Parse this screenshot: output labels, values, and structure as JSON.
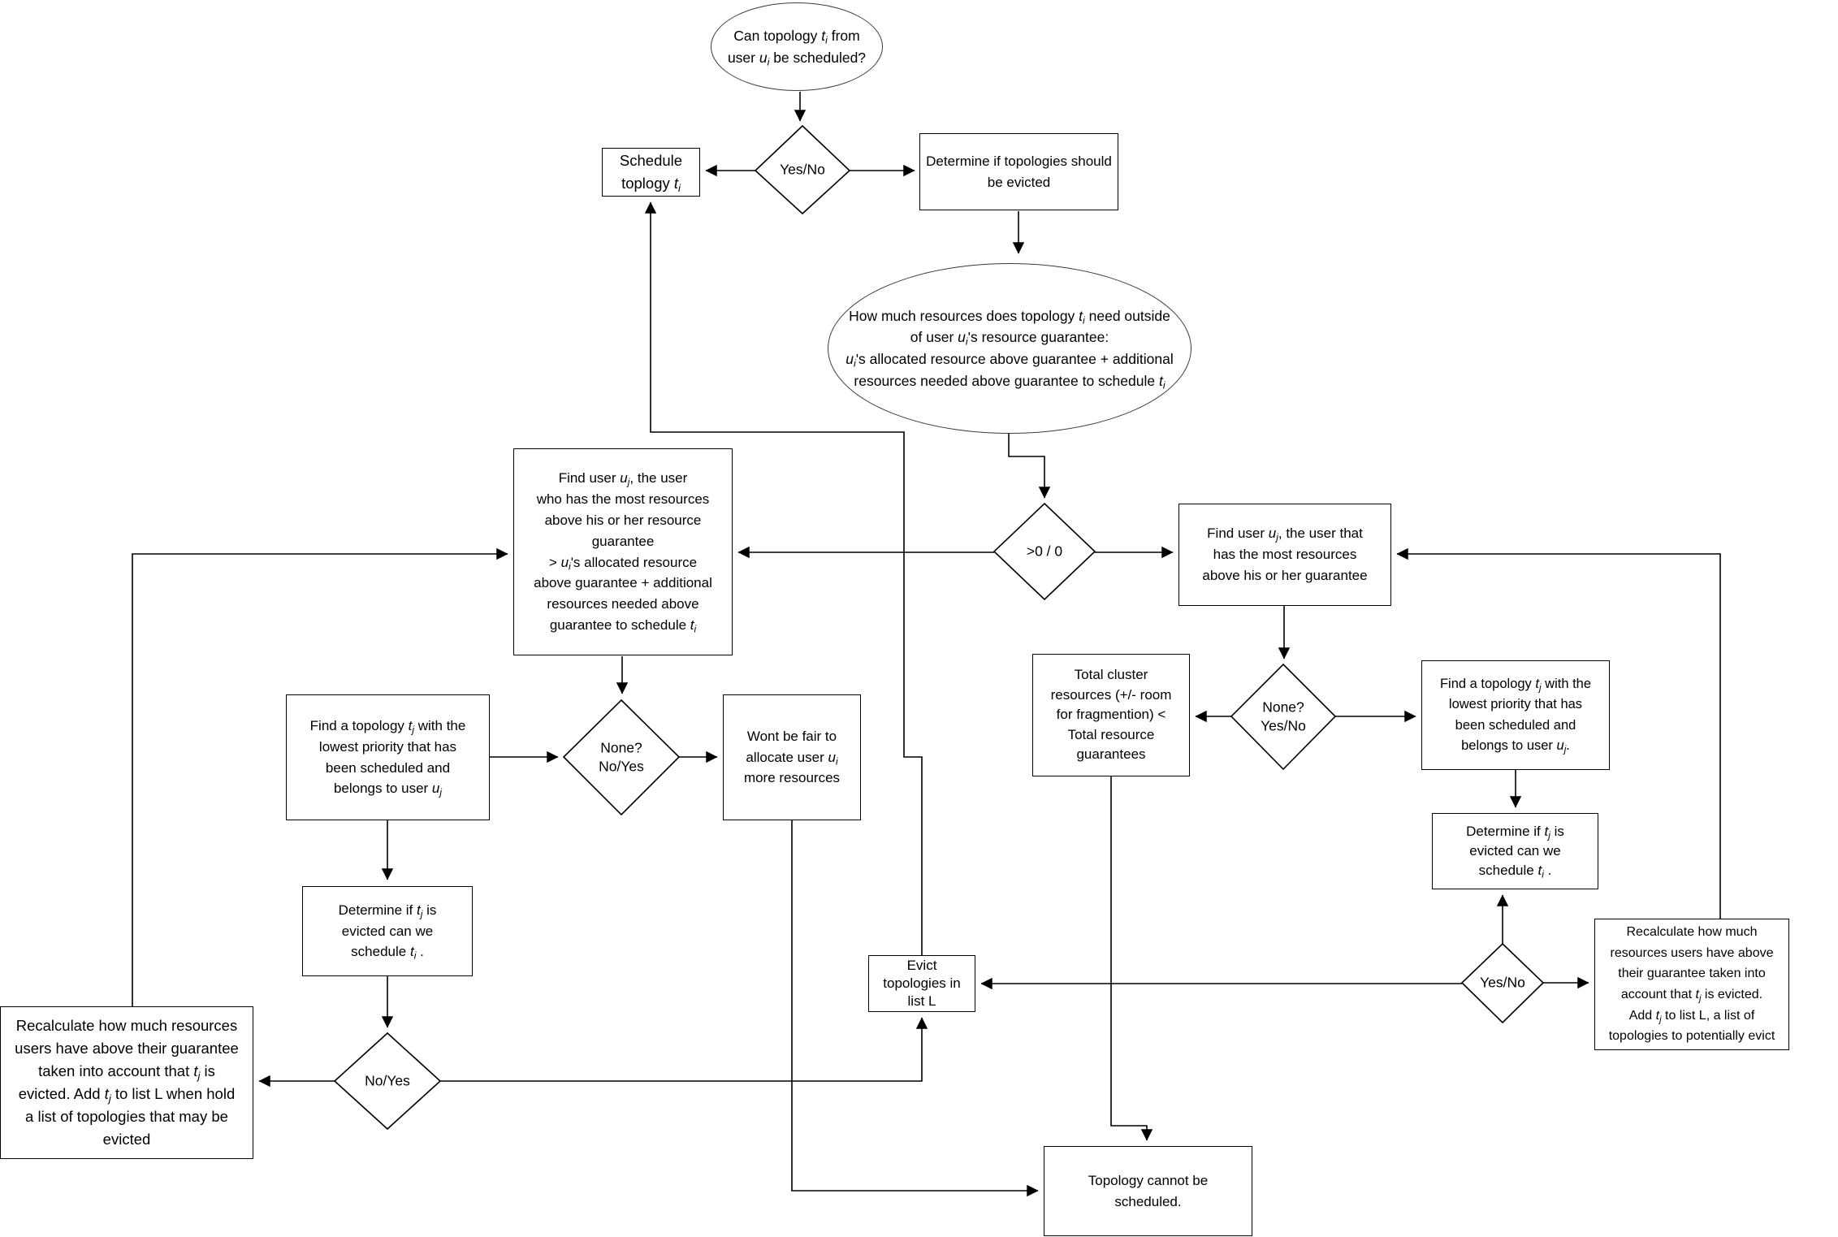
{
  "page": {
    "background": "#ffffff",
    "stroke_color": "#000000"
  },
  "diagram": {
    "type": "flowchart",
    "nodes": {
      "start": {
        "shape": "ellipse",
        "label": "Can topology t_i from\nuser u_i be scheduled?"
      },
      "can_schedule": {
        "shape": "decision",
        "label": "Yes/No"
      },
      "schedule": {
        "shape": "process",
        "label": "Schedule\ntoplogy t_i"
      },
      "determine_evict": {
        "shape": "process",
        "label": "Determine if topologies should\nbe evicted"
      },
      "how_much": {
        "shape": "ellipse",
        "label": "How much resources does topology t_i need outside\nof user u_i's resource guarantee:\nu_i's allocated resource above guarantee + additional\nresources needed above guarantee to schedule t_i"
      },
      "gt0": {
        "shape": "decision",
        "label": ">0 / 0"
      },
      "find_user_left": {
        "shape": "process",
        "label": "Find user u_j, the user\nwho has the most resources\nabove his or her resource\nguarantee\n> u_i's allocated resource\nabove guarantee + additional\nresources needed above\nguarantee to schedule t_i"
      },
      "find_topology_left": {
        "shape": "process",
        "label": "Find a topology t_j with the\nlowest priority that has\nbeen scheduled and\nbelongs to user u_j"
      },
      "none_left": {
        "shape": "decision",
        "label": "None?\nNo/Yes"
      },
      "wont_be_fair": {
        "shape": "process",
        "label": "Wont be fair to\nallocate user u_i\nmore resources"
      },
      "determine_left": {
        "shape": "process",
        "label": "Determine if t_j is\nevicted can we\nschedule t_i ."
      },
      "noyes_left": {
        "shape": "decision",
        "label": "No/Yes"
      },
      "recalc_left": {
        "shape": "process",
        "label": "Recalculate how much resources\nusers have above their guarantee\ntaken into account that t_j is\nevicted. Add t_j to list L when hold\na list of topologies that may be\nevicted"
      },
      "evict_list": {
        "shape": "process",
        "label": "Evict\ntopologies in\nlist L"
      },
      "find_user_right": {
        "shape": "process",
        "label": "Find user u_j, the user that\nhas the most resources\nabove his or her guarantee"
      },
      "total_cluster": {
        "shape": "process",
        "label": "Total cluster\nresources (+/- room\nfor fragmention) <\nTotal resource\nguarantees"
      },
      "none_right": {
        "shape": "decision",
        "label": "None?\nYes/No"
      },
      "find_topology_right": {
        "shape": "process",
        "label": "Find a topology t_j with the\nlowest priority that has\nbeen scheduled and\nbelongs to user u_j."
      },
      "determine_right": {
        "shape": "process",
        "label": "Determine if t_j is\nevicted can we\nschedule t_i ."
      },
      "yesno_right": {
        "shape": "decision",
        "label": "Yes/No"
      },
      "recalc_right": {
        "shape": "process",
        "label": "Recalculate how much\nresources users have above\ntheir guarantee taken into\naccount that t_j is evicted.\nAdd t_j to list L, a list of\ntopologies to potentially evict"
      },
      "cannot_schedule": {
        "shape": "process",
        "label": "Topology cannot be\nscheduled."
      }
    }
  }
}
